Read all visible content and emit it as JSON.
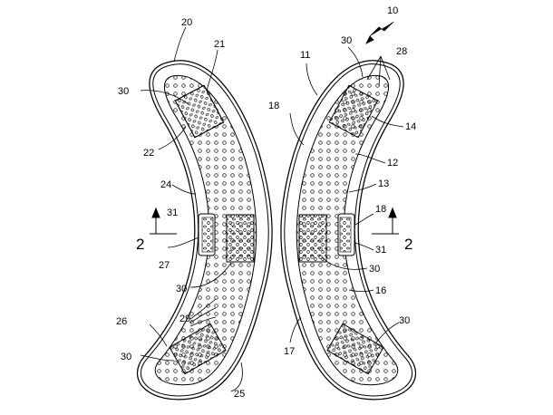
{
  "figure": {
    "labels": {
      "l10": "10",
      "l11": "11",
      "l12": "12",
      "l13": "13",
      "l14": "14",
      "l16": "16",
      "l17": "17",
      "l18a": "18",
      "l18b": "18",
      "l20": "20",
      "l21": "21",
      "l22": "22",
      "l24": "24",
      "l25": "25",
      "l26": "26",
      "l27": "27",
      "l28": "28",
      "l29": "29",
      "l30a": "30",
      "l30b": "30",
      "l30c": "30",
      "l30d": "30",
      "l30e": "30",
      "l30f": "30",
      "l31a": "31",
      "l31b": "31",
      "sec_left": "2",
      "sec_right": "2"
    }
  }
}
